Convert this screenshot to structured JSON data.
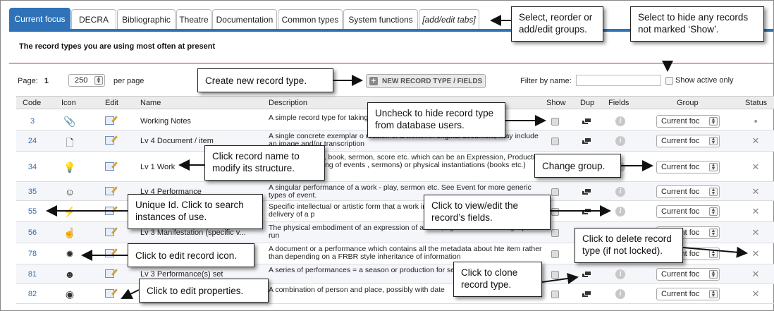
{
  "tabs": [
    {
      "label": "Current focus",
      "active": true
    },
    {
      "label": "DECRA"
    },
    {
      "label": "Bibliographic"
    },
    {
      "label": "Theatre"
    },
    {
      "label": "Documentation"
    },
    {
      "label": "Common types"
    },
    {
      "label": "System functions"
    },
    {
      "label": "[add/edit tabs]",
      "italic": true
    }
  ],
  "heading": "The record types you are using most often at present",
  "toolbar": {
    "page_label": "Page:",
    "page_number": "1",
    "per_page_value": "250",
    "per_page_label": "per page",
    "new_button_label": "NEW RECORD TYPE / FIELDS",
    "filter_label": "Filter by name:",
    "filter_value": "",
    "show_active_label": "Show active only"
  },
  "columns": [
    "Code",
    "Icon",
    "Edit",
    "Name",
    "Description",
    "Show",
    "Dup",
    "Fields",
    "Group",
    "Status"
  ],
  "rows": [
    {
      "code": "3",
      "icon": "paperclip-icon",
      "name": "Working Notes",
      "description": "A simple record type for taking",
      "group": "Current foc",
      "status": "lock-icon"
    },
    {
      "code": "24",
      "icon": "document-icon",
      "name": "Lv 4 Document / item",
      "description": "A single concrete exemplar o                                          ression of a work. An original document, may include an image and/or transcription",
      "group": "Current foc",
      "status": "delete-icon"
    },
    {
      "code": "34",
      "icon": "lightbulb-icon",
      "name": "Lv 1 Work",
      "description": "concept of a play, book, sermon, score etc. which can be an Expression, Production or Series consisting of events , sermons) or physical instantiations (books etc.)",
      "group": "Current foc",
      "status": "delete-icon"
    },
    {
      "code": "35",
      "icon": "theatre-mask-icon",
      "name": "Lv 4 Performance",
      "description": "A singular performance of a work - play, sermon etc. See Event for more generic types of event.",
      "group": "Current foc",
      "status": "delete-icon"
    },
    {
      "code": "55",
      "icon": "lightning-icon",
      "name": "",
      "description": "Specific intellectual or artistic form that a work includng a series or run eg. of delivery of a p",
      "group": "Current foc",
      "status": "delete-icon"
    },
    {
      "code": "56",
      "icon": "hand-icon",
      "name": "Lv 3 Manifestation (specific v...",
      "description": "The physical embodiment of an expression of a work, eg. an edition or single print run",
      "group": "Current foc",
      "status": "delete-icon"
    },
    {
      "code": "78",
      "icon": "sun-icon",
      "name": "",
      "description": "A document or a performance which contains all the metadata about hte item rather than depending on a FRBR style inheritance of information",
      "group": "Current foc",
      "status": "delete-icon"
    },
    {
      "code": "81",
      "icon": "masks-icon",
      "name": "Lv 3 Performance(s) set",
      "description": "A series of performances = a season or production for series etc.",
      "group": "Current foc",
      "status": "delete-icon"
    },
    {
      "code": "82",
      "icon": "webcam-icon",
      "name": "",
      "description": "A combination of person and place, possibly with date",
      "group": "Current foc",
      "status": "delete-icon"
    }
  ],
  "callouts": {
    "groups": "Select, reorder or add/edit groups.",
    "hide": "Select to hide any records not marked ‘Show’.",
    "create": "Create new record type.",
    "uncheck": "Uncheck to hide record type from database users.",
    "name": "Click record name to modify its structure.",
    "change_group": "Change group.",
    "unique_id": "Unique Id. Click to search instances of use.",
    "view_fields": "Click to view/edit the record’s fields.",
    "delete": "Click to delete record type (if not locked).",
    "edit_icon": "Click to edit record icon.",
    "clone": "Click to clone record type.",
    "edit_props": "Click to edit properties."
  },
  "colors": {
    "accent": "#2f72b8",
    "rule": "#b03030"
  }
}
